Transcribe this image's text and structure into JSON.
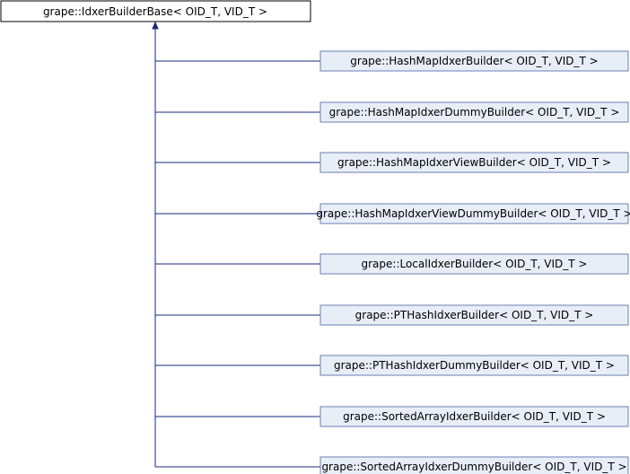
{
  "diagram": {
    "base_class": "grape::IdxerBuilderBase< OID_T, VID_T >",
    "derived_classes": [
      "grape::HashMapIdxerBuilder< OID_T, VID_T >",
      "grape::HashMapIdxerDummyBuilder< OID_T, VID_T >",
      "grape::HashMapIdxerViewBuilder< OID_T, VID_T >",
      "grape::HashMapIdxerViewDummyBuilder< OID_T, VID_T >",
      "grape::LocalIdxerBuilder< OID_T, VID_T >",
      "grape::PTHashIdxerBuilder< OID_T, VID_T >",
      "grape::PTHashIdxerDummyBuilder< OID_T, VID_T >",
      "grape::SortedArrayIdxerBuilder< OID_T, VID_T >",
      "grape::SortedArrayIdxerDummyBuilder< OID_T, VID_T >"
    ],
    "colors": {
      "base_fill": "#ffffff",
      "base_stroke": "#000000",
      "derived_fill": "#e8eef7",
      "derived_stroke": "#6b7fb3",
      "edge": "#1a2a7a"
    }
  }
}
